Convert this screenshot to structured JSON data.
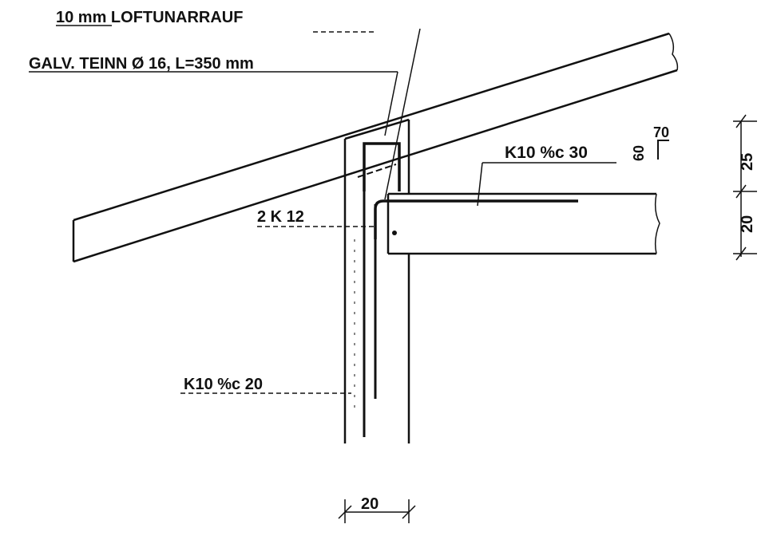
{
  "annotations": {
    "roof_insulation": "10 mm LOFTUNARRAUF",
    "galv_rod": "GALV. TEINN Ø 16, L=350 mm",
    "slab_rebar": "K10 %c 30",
    "hook_left": "60",
    "hook_right": "70",
    "top_bars": "2 K 12",
    "wall_rebar": "K10 %c 20"
  },
  "dimensions": {
    "parapet_height": "25",
    "slab_thickness": "20",
    "wall_thickness": "20"
  }
}
